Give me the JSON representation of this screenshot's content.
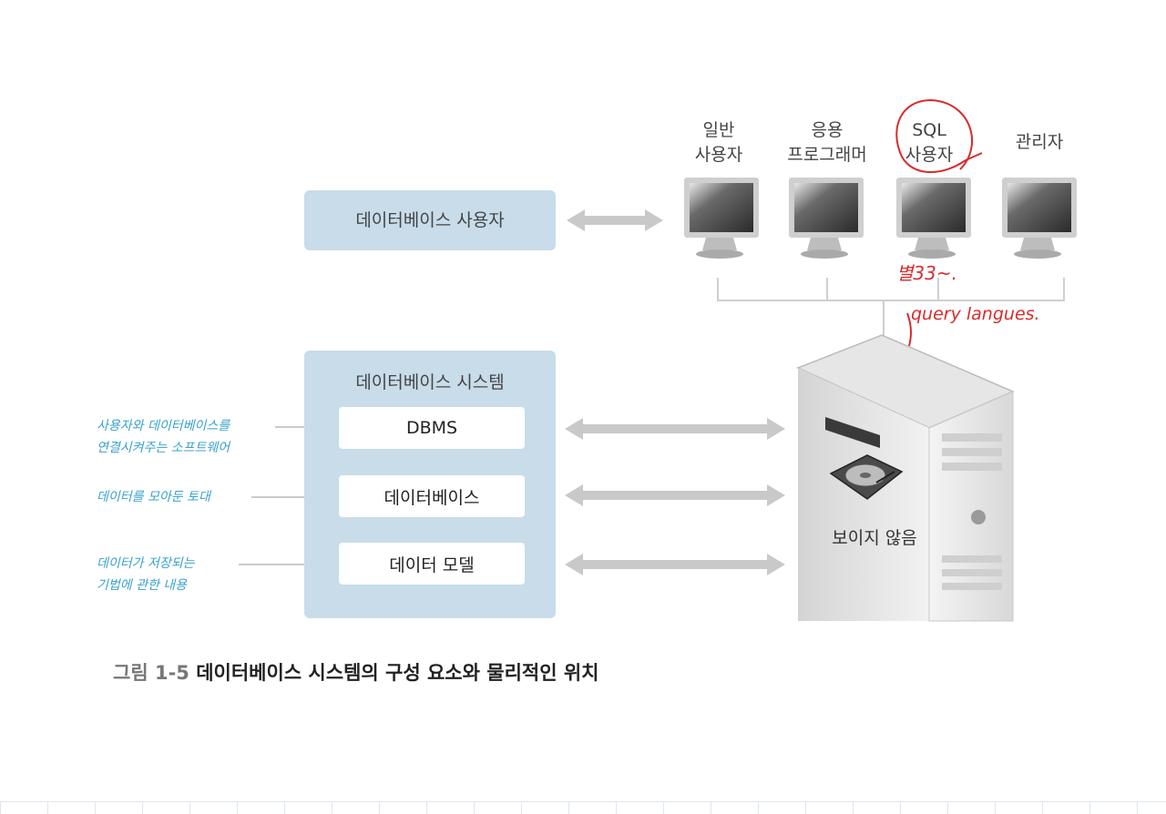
{
  "user_panel": {
    "label": "데이터베이스 사용자"
  },
  "system_panel": {
    "title": "데이터베이스 시스템",
    "boxes": [
      {
        "label": "DBMS"
      },
      {
        "label": "데이터베이스"
      },
      {
        "label": "데이터 모델"
      }
    ]
  },
  "users": [
    {
      "line1": "일반",
      "line2": "사용자"
    },
    {
      "line1": "응용",
      "line2": "프로그래머"
    },
    {
      "line1": "SQL",
      "line2": "사용자"
    },
    {
      "line1": "관리자",
      "line2": ""
    }
  ],
  "server": {
    "label": "보이지 않음"
  },
  "annotations": {
    "dbms_note_1": "사용자와 데이터베이스를",
    "dbms_note_2": "연결시켜주는 소프트웨어",
    "db_note": "데이터를 모아둔 토대",
    "model_note_1": "데이터가 저장되는",
    "model_note_2": "기법에 관한 내용",
    "red_note_1": "별33~.",
    "red_note_2": "query langues."
  },
  "caption": {
    "prefix": "그림 1-5",
    "text": "데이터베이스 시스템의 구성 요소와 물리적인 위치"
  },
  "colors": {
    "panel": "#c8dcea",
    "annotation_blue": "#3aa2cc",
    "annotation_red": "#d92b2b",
    "arrow": "#c9c9c9"
  }
}
